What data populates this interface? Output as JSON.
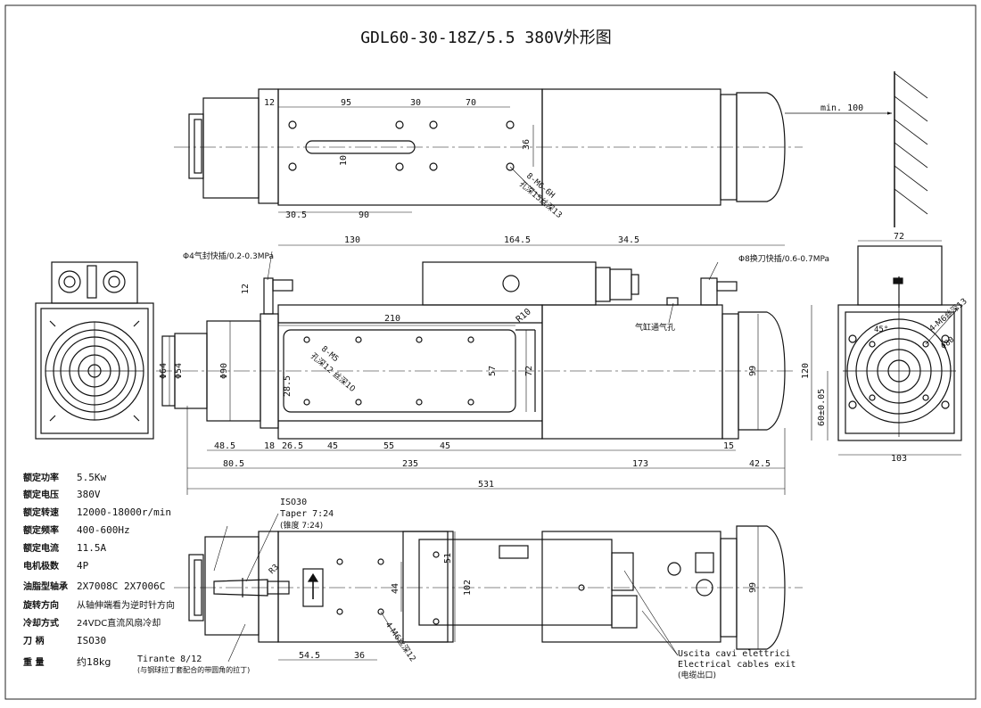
{
  "title": "GDL60-30-18Z/5.5 380V外形图",
  "top_view": {
    "dims": [
      "12",
      "95",
      "30",
      "70",
      "36",
      "10",
      "30.5",
      "90"
    ],
    "min_clearance": "min. 100",
    "thread_note_1": "8-M6-6H",
    "thread_note_2": "孔深15丝深13"
  },
  "front_view": {
    "air_quick_connector": "Φ4气封快插/0.2-0.3MPa",
    "tool_change_connector": "Φ8换刀快插/0.6-0.7MPa",
    "cylinder_vent": "气缸通气孔",
    "dims_top": [
      "130",
      "164.5",
      "34.5"
    ],
    "dim_12": "12",
    "dim_210": "210",
    "radius": "R10",
    "thread_note_1": "8-M5",
    "thread_note_2": "孔深12 丝深10",
    "dims_vert": [
      "Φ64",
      "Φ54",
      "Φ90",
      "57",
      "72",
      "28.5",
      "99"
    ],
    "dims_bottom_a": [
      "48.5",
      "18",
      "26.5",
      "45",
      "55",
      "45",
      "15"
    ],
    "dims_bottom_b": [
      "80.5",
      "235",
      "173",
      "42.5"
    ],
    "dim_total": "531"
  },
  "side_view": {
    "dim_width": "72",
    "thread_note": "4-M6丝深13",
    "angle": "45°",
    "diameter": "Φ80",
    "dims_vert": [
      "120",
      "60±0.05"
    ],
    "dim_bottom": "103"
  },
  "bottom_view": {
    "iso_note_1": "ISO30",
    "iso_note_2": "Taper 7:24",
    "iso_note_3": "(锥度  7:24)",
    "radius": "R3",
    "dims_vert": [
      "51",
      "102",
      "44",
      "99"
    ],
    "thread_note": "4-M6丝深12",
    "dims_bottom": [
      "54.5",
      "36"
    ],
    "tirante_1": "Tirante 8/12",
    "tirante_2": "(与钢球拉丁套配合的带圆角的拉丁)",
    "cable_1": "Uscita cavi elettrici",
    "cable_2": "Electrical cables exit",
    "cable_3": "(电缆出口)"
  },
  "specs": [
    {
      "label": "额定功率",
      "value": "5.5Kw"
    },
    {
      "label": "额定电压",
      "value": "380V"
    },
    {
      "label": "额定转速",
      "value": "12000-18000r/min"
    },
    {
      "label": "额定频率",
      "value": "400-600Hz"
    },
    {
      "label": "额定电流",
      "value": "11.5A"
    },
    {
      "label": "电机极数",
      "value": "4P"
    },
    {
      "label": "油脂型轴承",
      "value": "2X7008C   2X7006C"
    },
    {
      "label": "旋转方向",
      "value": "从轴伸端看为逆时针方向"
    },
    {
      "label": "冷却方式",
      "value": "24VDC直流风扇冷却"
    },
    {
      "label": "刀    柄",
      "value": "ISO30"
    },
    {
      "label": "重    量",
      "value": "约18kg"
    }
  ]
}
